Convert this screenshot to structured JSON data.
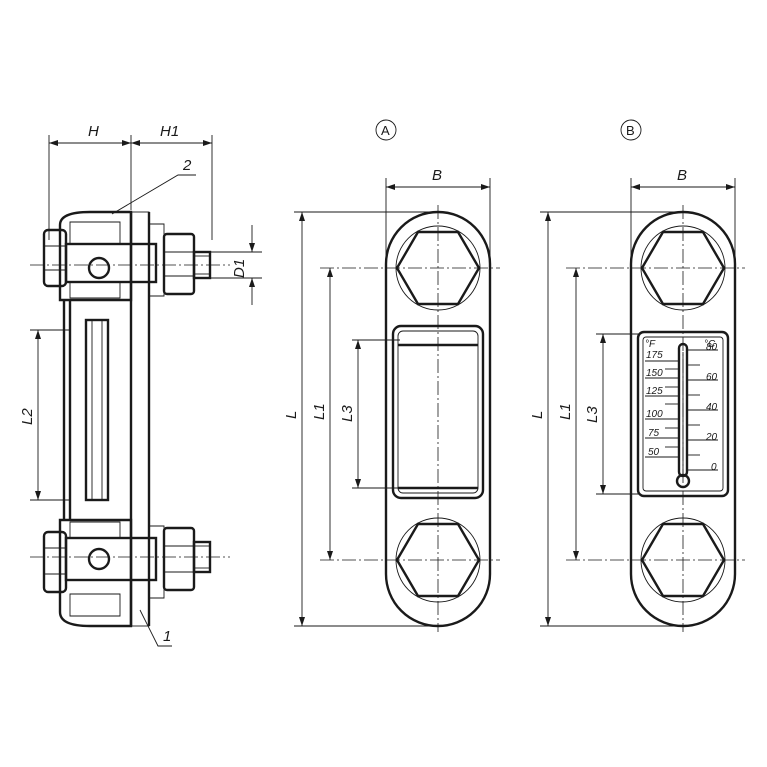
{
  "labels": {
    "H": "H",
    "H1": "H1",
    "D1": "D1",
    "L": "L",
    "L1": "L1",
    "L2": "L2",
    "L3": "L3",
    "B": "B",
    "part1": "1",
    "part2": "2"
  },
  "variants": {
    "a": "A",
    "b": "B"
  },
  "scale": {
    "fahrenheit_unit": "°F",
    "celsius_unit": "°C",
    "fahrenheit_values": [
      "175",
      "150",
      "125",
      "100",
      "75",
      "50"
    ],
    "celsius_values": [
      "80",
      "60",
      "40",
      "20",
      "0"
    ]
  }
}
